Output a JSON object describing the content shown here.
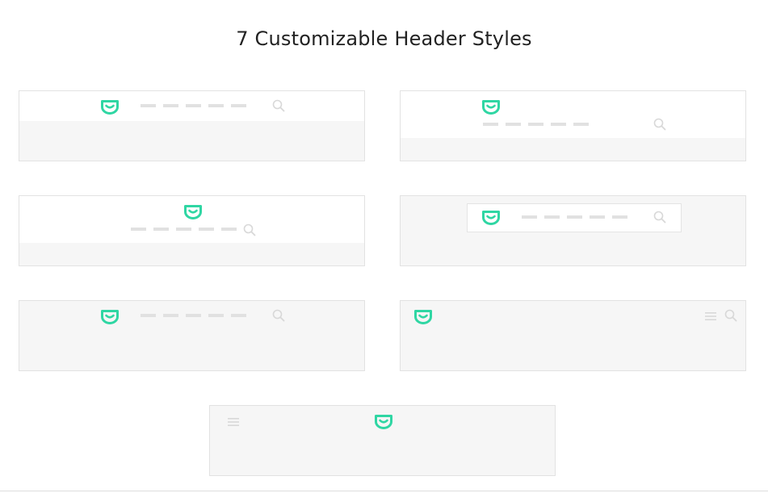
{
  "page": {
    "title": "7 Customizable Header Styles"
  },
  "colors": {
    "brand_green": "#2fd6a3",
    "placeholder_gray": "#e1e1e1",
    "icon_gray": "#d8d8d8",
    "content_background": "#f6f6f6",
    "header_background": "#ffffff"
  },
  "header_styles": [
    {
      "id": 1,
      "elements": [
        "logo-icon",
        "nav-dashes",
        "search-icon"
      ],
      "nav_items": 5
    },
    {
      "id": 2,
      "elements": [
        "logo-icon",
        "nav-dashes",
        "search-icon"
      ],
      "nav_items": 5
    },
    {
      "id": 3,
      "elements": [
        "logo-icon",
        "nav-dashes",
        "search-icon"
      ],
      "nav_items": 5
    },
    {
      "id": 4,
      "elements": [
        "logo-icon",
        "nav-dashes",
        "search-icon"
      ],
      "nav_items": 5
    },
    {
      "id": 5,
      "elements": [
        "logo-icon",
        "nav-dashes",
        "search-icon"
      ],
      "nav_items": 5
    },
    {
      "id": 6,
      "elements": [
        "logo-icon",
        "hamburger-icon",
        "search-icon"
      ],
      "nav_items": 0
    },
    {
      "id": 7,
      "elements": [
        "hamburger-icon",
        "logo-icon"
      ],
      "nav_items": 0
    }
  ]
}
